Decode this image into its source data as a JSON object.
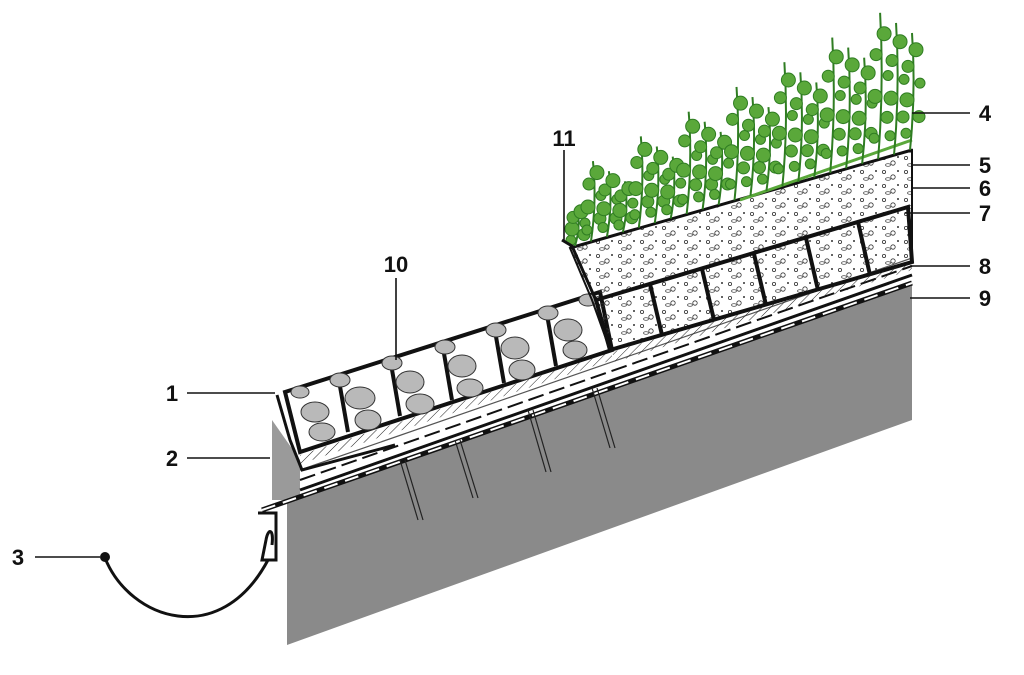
{
  "callouts": [
    {
      "id": "1",
      "label": "1"
    },
    {
      "id": "2",
      "label": "2"
    },
    {
      "id": "3",
      "label": "3"
    },
    {
      "id": "4",
      "label": "4"
    },
    {
      "id": "5",
      "label": "5"
    },
    {
      "id": "6",
      "label": "6"
    },
    {
      "id": "7",
      "label": "7"
    },
    {
      "id": "8",
      "label": "8"
    },
    {
      "id": "9",
      "label": "9"
    },
    {
      "id": "10",
      "label": "10"
    },
    {
      "id": "11",
      "label": "11"
    }
  ],
  "colors": {
    "deck": "#8a8a8a",
    "fascia": "#9a9a9a",
    "ink": "#111111",
    "vegetation": "#5aa83a",
    "vegetation_dark": "#2f7d22",
    "pebble_fill": "#b9b9b9",
    "substrate_fill": "#f4f4f4"
  }
}
